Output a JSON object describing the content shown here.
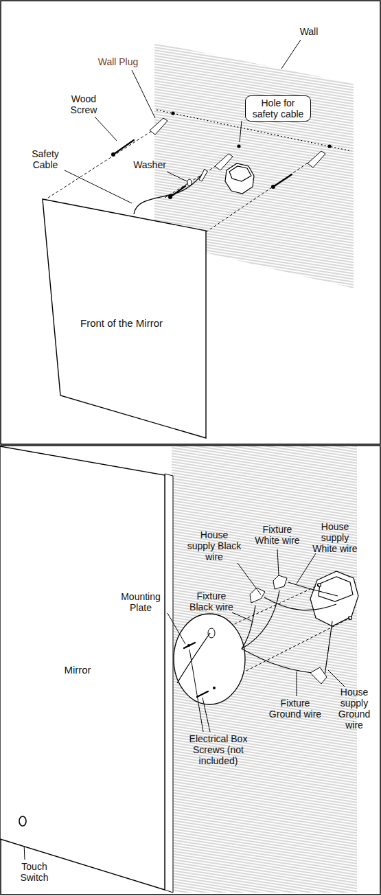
{
  "diagram": {
    "nodes": [
      {
        "text": [
          "Front of the Mirror"
        ]
      },
      {
        "text": [
          "Mirror"
        ]
      }
    ],
    "labels": [
      "Wall",
      "Wall Plug",
      "Wood Screw",
      "Hole for safety cable",
      "Safety Cable",
      "Washer",
      "House supply Black wire",
      "Fixture White wire",
      "House supply White wire",
      "Fixture Black wire",
      "Mounting Plate",
      "House supply Ground wire",
      "Fixture Ground wire",
      "Electrical Box Screws (not included)",
      "Touch Switch"
    ]
  }
}
